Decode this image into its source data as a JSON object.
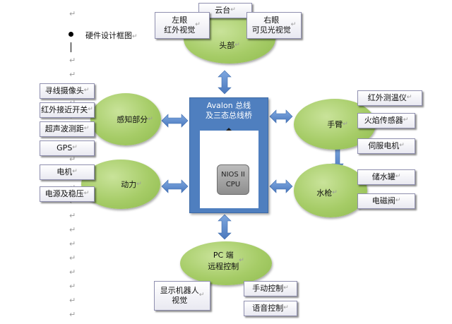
{
  "page": {
    "heading": "硬件设计框图",
    "para_mark": "↵"
  },
  "diagram": {
    "bus": {
      "title": "Avalon 总线\n及三态总线桥"
    },
    "cpu": {
      "label": "NIOS II\nCPU"
    },
    "groups": {
      "head": {
        "label": "头部",
        "items": [
          "左眼\n红外视觉",
          "云台",
          "右眼\n可见光视觉"
        ]
      },
      "perception": {
        "label": "感知部分",
        "items": [
          "寻线摄像头",
          "红外接近开关",
          "超声波测距",
          "GPS"
        ]
      },
      "power": {
        "label": "动力",
        "items": [
          "电机",
          "电源及稳压"
        ]
      },
      "arm": {
        "label": "手臂",
        "items": [
          "红外测温仪",
          "火焰传感器",
          "伺服电机"
        ]
      },
      "watergun": {
        "label": "水枪",
        "items": [
          "储水罐",
          "电磁阀"
        ]
      },
      "pc": {
        "label": "PC 端\n远程控制",
        "items": [
          "显示机器人\n视觉",
          "手动控制",
          "语音控制"
        ]
      }
    },
    "colors": {
      "bus_fill": "#4f7fbf",
      "arrow_fill": "#5b8bd0",
      "ellipse_fill": "#a6cc67",
      "box_border": "#8f8faf",
      "black_arrow": "#1e1e1e"
    }
  }
}
